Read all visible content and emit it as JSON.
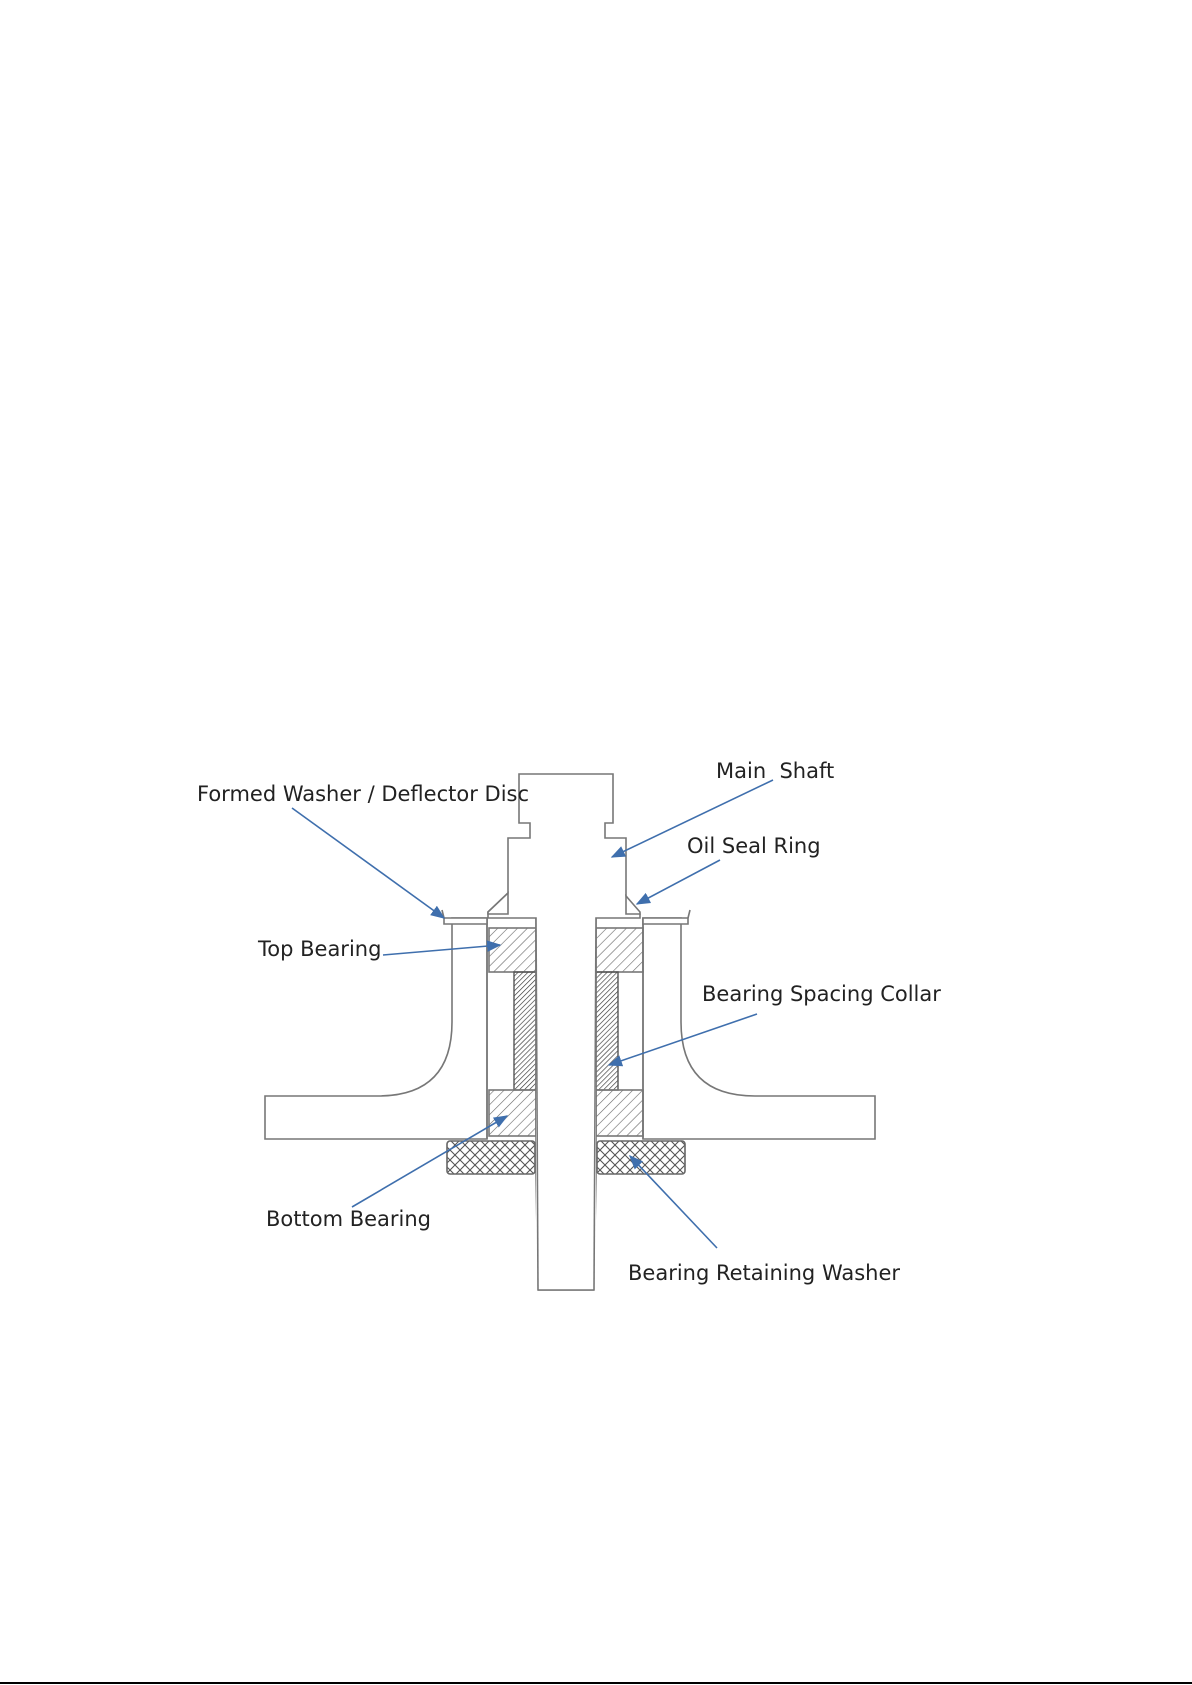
{
  "diagram": {
    "labels": {
      "formed_washer": "Formed Washer / Deflector Disc",
      "main_shaft": "Main  Shaft",
      "oil_seal_ring": "Oil Seal Ring",
      "top_bearing": "Top Bearing",
      "bearing_spacing_collar": "Bearing Spacing Collar",
      "bottom_bearing": "Bottom Bearing",
      "bearing_retaining_washer": "Bearing Retaining Washer"
    },
    "colors": {
      "leader_arrow": "#3f6fad",
      "outline": "#777777",
      "label_text": "#222222"
    }
  }
}
